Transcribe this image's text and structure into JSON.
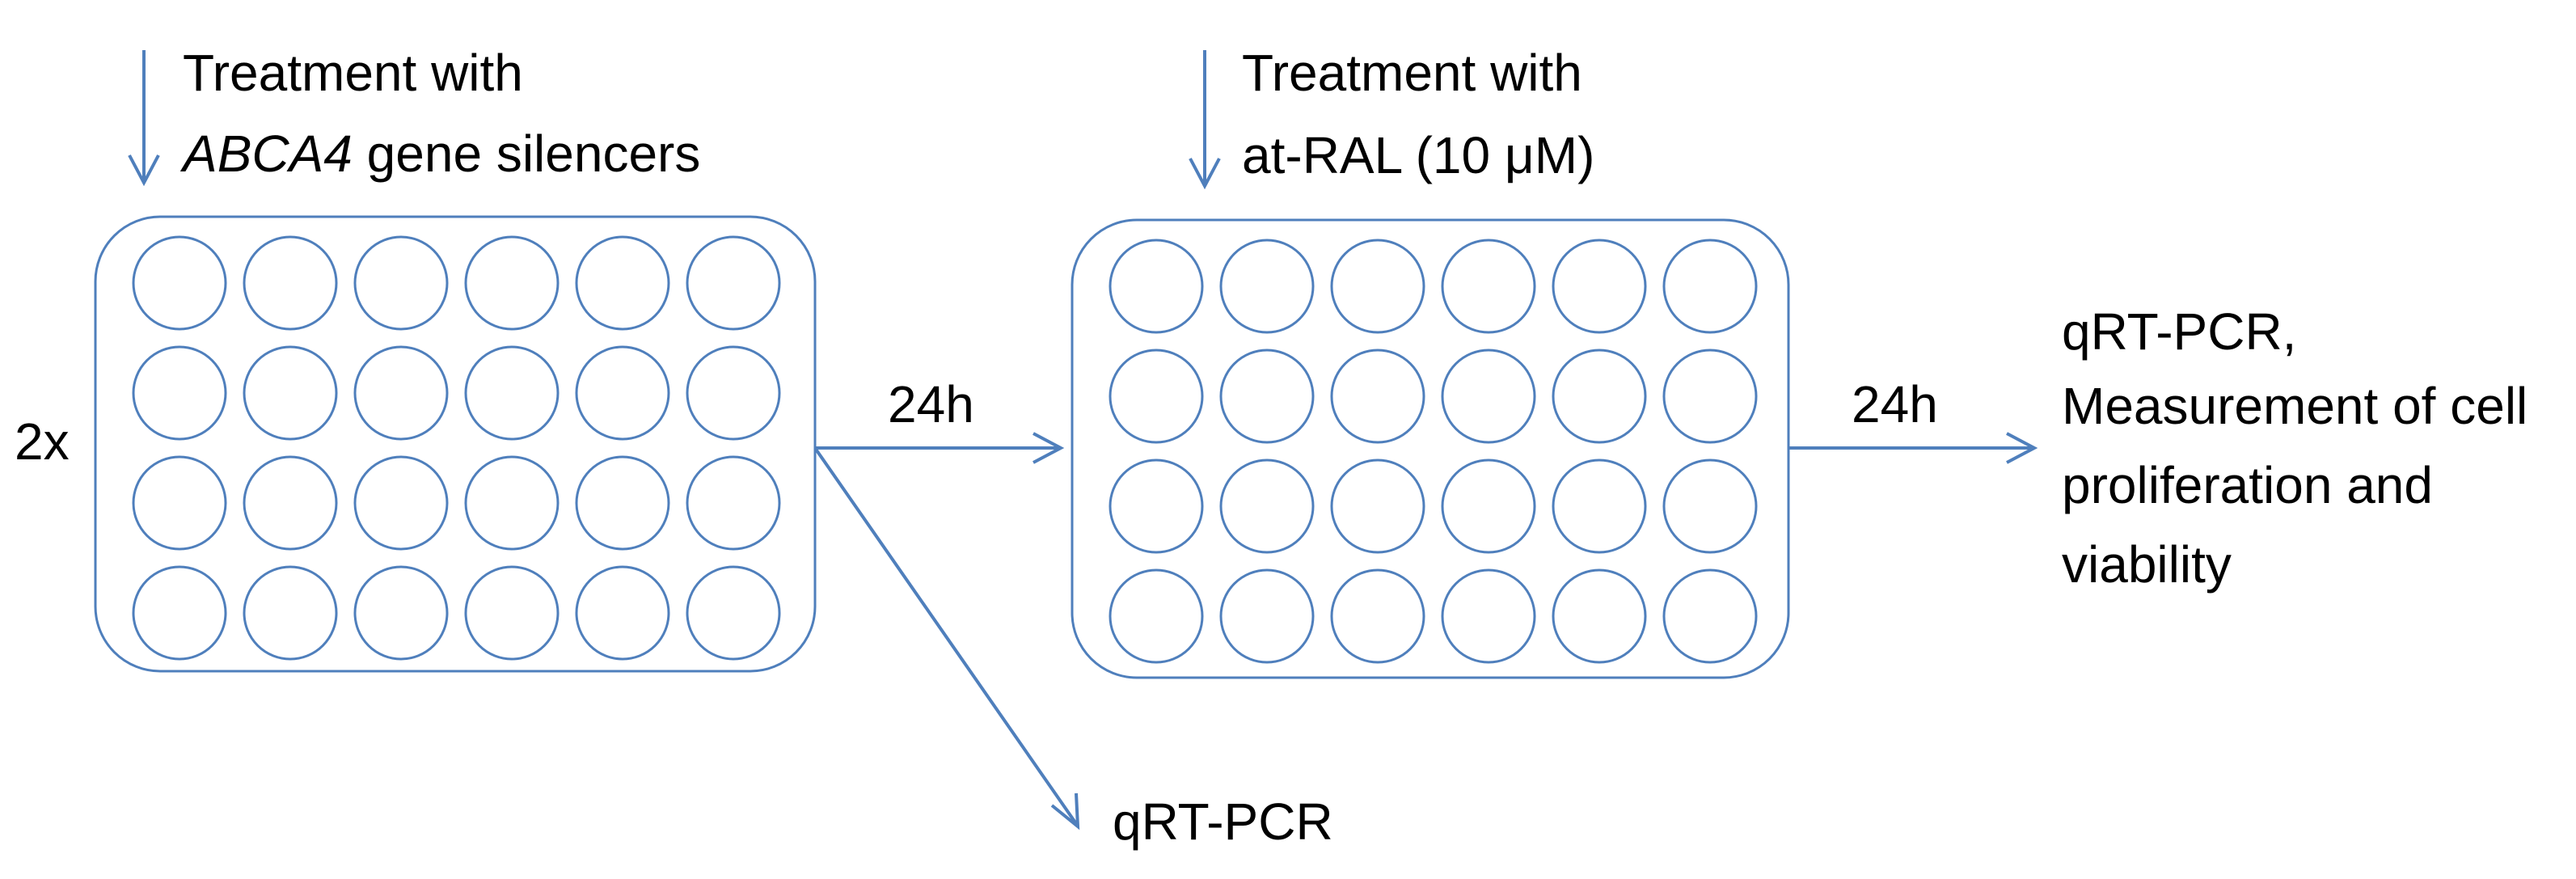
{
  "colors": {
    "accent": "#4f7fbc",
    "text": "#000000",
    "background": "#ffffff"
  },
  "step1": {
    "treatment_line1": "Treatment with",
    "treatment_gene": "ABCA4",
    "treatment_rest": " gene silencers"
  },
  "replicate_label": "2x",
  "interval1": "24h",
  "branch_output": "qRT-PCR",
  "step2": {
    "treatment_line1": "Treatment with",
    "treatment_line2": "at-RAL (10 μM)"
  },
  "interval2": "24h",
  "final_output": {
    "lines": [
      "qRT-PCR,",
      "Measurement of cell",
      "proliferation and",
      "viability"
    ]
  },
  "plate": {
    "rows": 4,
    "cols": 6
  }
}
